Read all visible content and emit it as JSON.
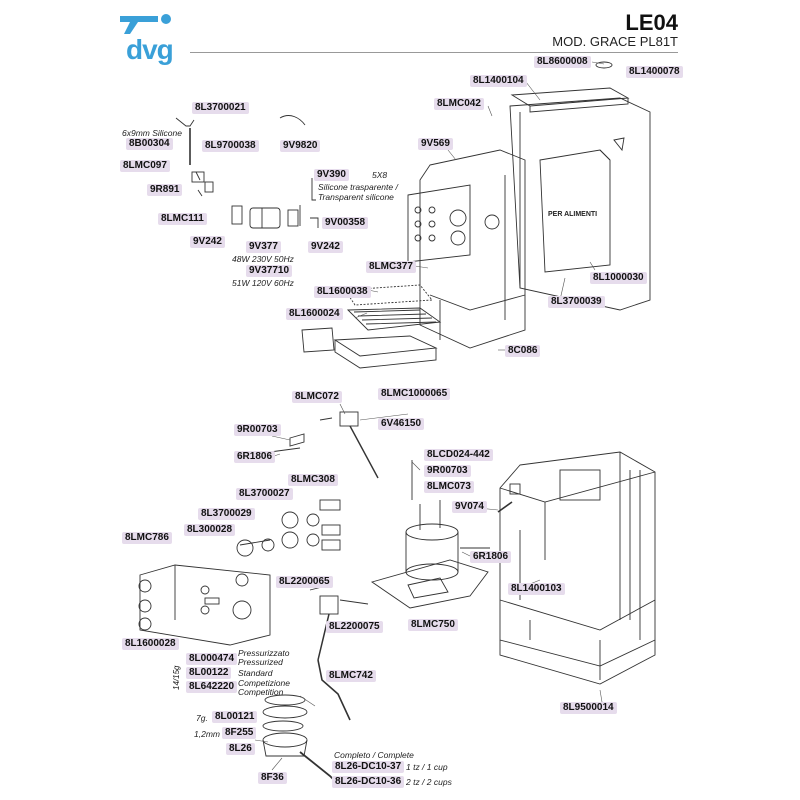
{
  "header": {
    "brand": "dvg",
    "title": "LE04",
    "subtitle": "MOD. GRACE PL81T"
  },
  "labels": {
    "l_8L8600008": "8L8600008",
    "l_8L1400078": "8L1400078",
    "l_8L1400104": "8L1400104",
    "l_8LMC042": "8LMC042",
    "l_8L3700021": "8L3700021",
    "l_8B00304": "8B00304",
    "l_8L9700038": "8L9700038",
    "l_9V9820": "9V9820",
    "l_9V569": "9V569",
    "l_8LMC097": "8LMC097",
    "l_9R891": "9R891",
    "l_9V390": "9V390",
    "l_8LMC111": "8LMC111",
    "l_9V00358": "9V00358",
    "l_9V242a": "9V242",
    "l_9V377": "9V377",
    "l_9V242b": "9V242",
    "l_9V37710": "9V37710",
    "l_8LMC377": "8LMC377",
    "l_8L1000030": "8L1000030",
    "l_8L1600038": "8L1600038",
    "l_8L3700039": "8L3700039",
    "l_8L1600024": "8L1600024",
    "l_8C086": "8C086",
    "l_8LMC1000065": "8LMC1000065",
    "l_8LMC072": "8LMC072",
    "l_9R00703a": "9R00703",
    "l_6V46150": "6V46150",
    "l_6R1806a": "6R1806",
    "l_8LCD024": "8LCD024-442",
    "l_9R00703b": "9R00703",
    "l_8LMC308": "8LMC308",
    "l_8LMC073": "8LMC073",
    "l_8L3700027": "8L3700027",
    "l_9V074": "9V074",
    "l_8L3700029": "8L3700029",
    "l_8L300028": "8L300028",
    "l_8LMC786": "8LMC786",
    "l_6R1806b": "6R1806",
    "l_8L2200065": "8L2200065",
    "l_8L1400103": "8L1400103",
    "l_8L1600028": "8L1600028",
    "l_8L2200075": "8L2200075",
    "l_8LMC750": "8LMC750",
    "l_8L000474": "8L000474",
    "l_8L00122": "8L00122",
    "l_8L642220": "8L642220",
    "l_8LMC742": "8LMC742",
    "l_8L9500014": "8L9500014",
    "l_8L00121": "8L00121",
    "l_8F255": "8F255",
    "l_8L26": "8L26",
    "l_8L26DC1037": "8L26-DC10-37",
    "l_8L26DC1036": "8L26-DC10-36",
    "l_8F36": "8F36"
  },
  "notes": {
    "silicone": "6x9mm Silicone",
    "size5x8": "5X8",
    "silicone_it": "Silicone trasparente /",
    "silicone_en": "Transparent silicone",
    "pump1": "48W 230V 50Hz",
    "pump2": "51W 120V 60Hz",
    "press_it": "Pressurizzato",
    "press_en": "Pressurized",
    "standard": "Standard",
    "comp_it": "Competizione",
    "comp_en": "Competition",
    "weight7g": "7g.",
    "thick": "1,2mm",
    "complete": "Completo / Complete",
    "cup1": "1 tz / 1 cup",
    "cup2": "2 tz / 2 cups",
    "vert": "14/15g",
    "panel_text": "PER ALIMENTI"
  },
  "colors": {
    "label_bg": "#e6dcec",
    "brand": "#3aa0d8",
    "line": "#333333"
  }
}
